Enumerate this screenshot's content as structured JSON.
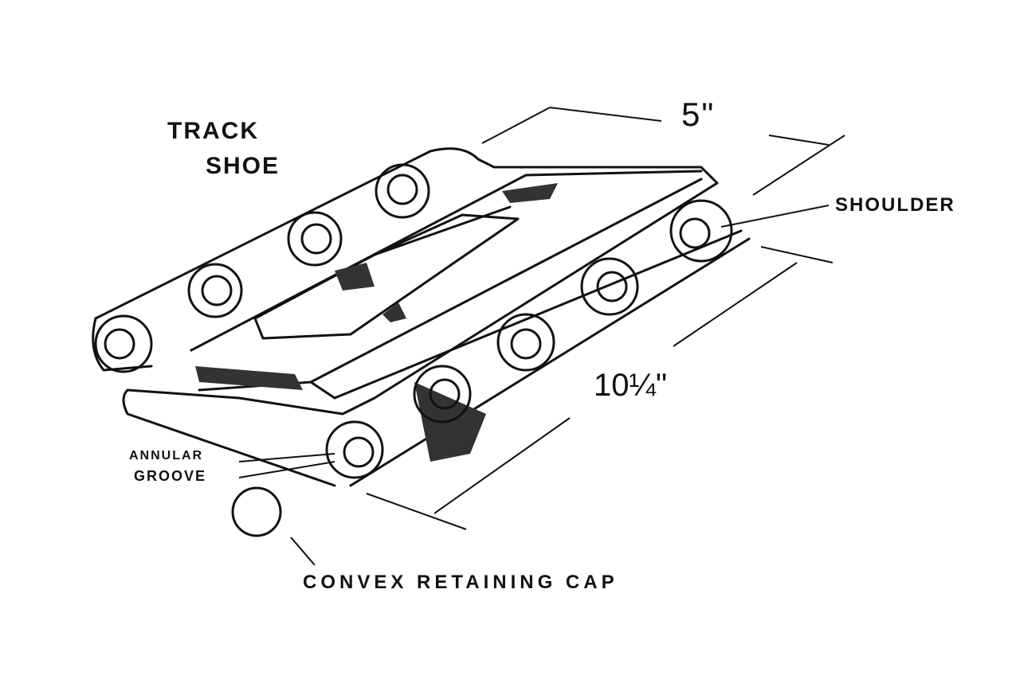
{
  "title": "TRACK SHOE",
  "labels": {
    "track": "TRACK",
    "shoe": "SHOE",
    "width_dim": "5\"",
    "length_dim": "10¼\"",
    "shoulder": "SHOULDER",
    "annular": "ANNULAR",
    "groove": "GROOVE",
    "cap": "CONVEX RETAINING CAP"
  }
}
